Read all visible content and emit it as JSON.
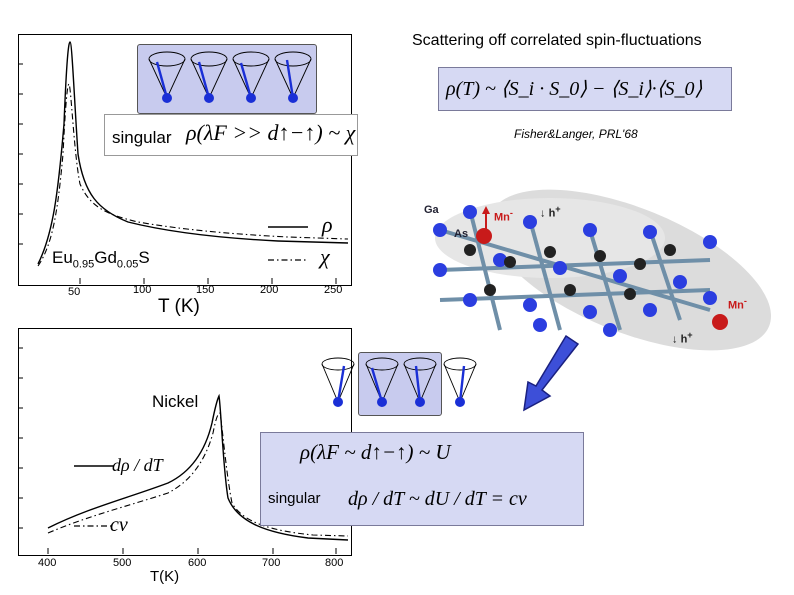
{
  "slide_title": "Scattering off correlated spin-fluctuations",
  "top_formula": "ρ(T) ~ ⟨S_i · S_0⟩ − ⟨S_i⟩·⟨S_0⟩",
  "citation": "Fisher&Langer,  PRL'68",
  "top_plot": {
    "material": "Eu0.95Gd0.05S",
    "xlabel": "T (K)",
    "xticks": [
      "50",
      "100",
      "150",
      "200",
      "250"
    ],
    "legend": [
      "ρ",
      "χ"
    ],
    "singular_label": "singular",
    "singular_formula": "ρ(λF >> d↑−↑) ~ χ"
  },
  "bottom_plot": {
    "material": "Nickel",
    "xlabel": "T(K)",
    "xticks": [
      "400",
      "500",
      "600",
      "700",
      "800"
    ],
    "legend": [
      "dρ / dT",
      "cv"
    ]
  },
  "bottom_formula": {
    "line1": "ρ(λF ~ d↑−↑) ~ U",
    "singular_label": "singular",
    "line2": "dρ / dT ~ dU / dT = cv"
  },
  "crystal_labels": {
    "ga": "Ga",
    "as": "As",
    "mn_top": "Mn",
    "mn_bottom": "Mn",
    "h_top": "h",
    "h_bottom": "h"
  },
  "colors": {
    "formula_bg": "#d6d9f3",
    "spin_blue": "#1a2fd6",
    "arrow_blue": "#3d4fd8",
    "mn_red": "#c81a1a"
  }
}
